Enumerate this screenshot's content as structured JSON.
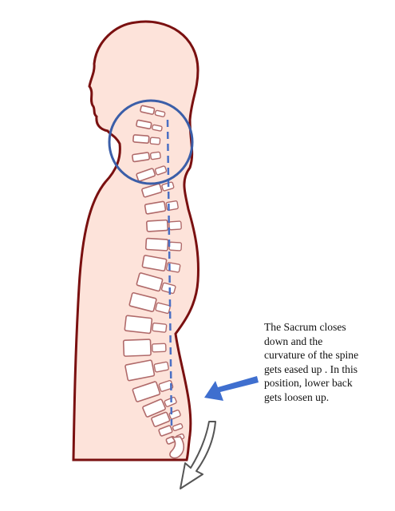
{
  "annotation": {
    "text": "The Sacrum closes\ndown and the\ncurvature of the spine\ngets eased up .  In this\nposition, lower back\ngets loosen up."
  },
  "colors": {
    "body_fill": "#fde3da",
    "body_outline": "#7a1010",
    "vertebra_fill": "#ffffff",
    "vertebra_outline": "#b06a6a",
    "neck_circle": "#3b5ea8",
    "plumb_line": "#4a6fc4",
    "pointer_arrow": "#3f6fcf",
    "curved_arrow_fill": "#ffffff",
    "curved_arrow_outline": "#555555"
  },
  "icons": {
    "pointer": "arrow-pointing-down-left",
    "motion": "curved-arrow-down"
  }
}
